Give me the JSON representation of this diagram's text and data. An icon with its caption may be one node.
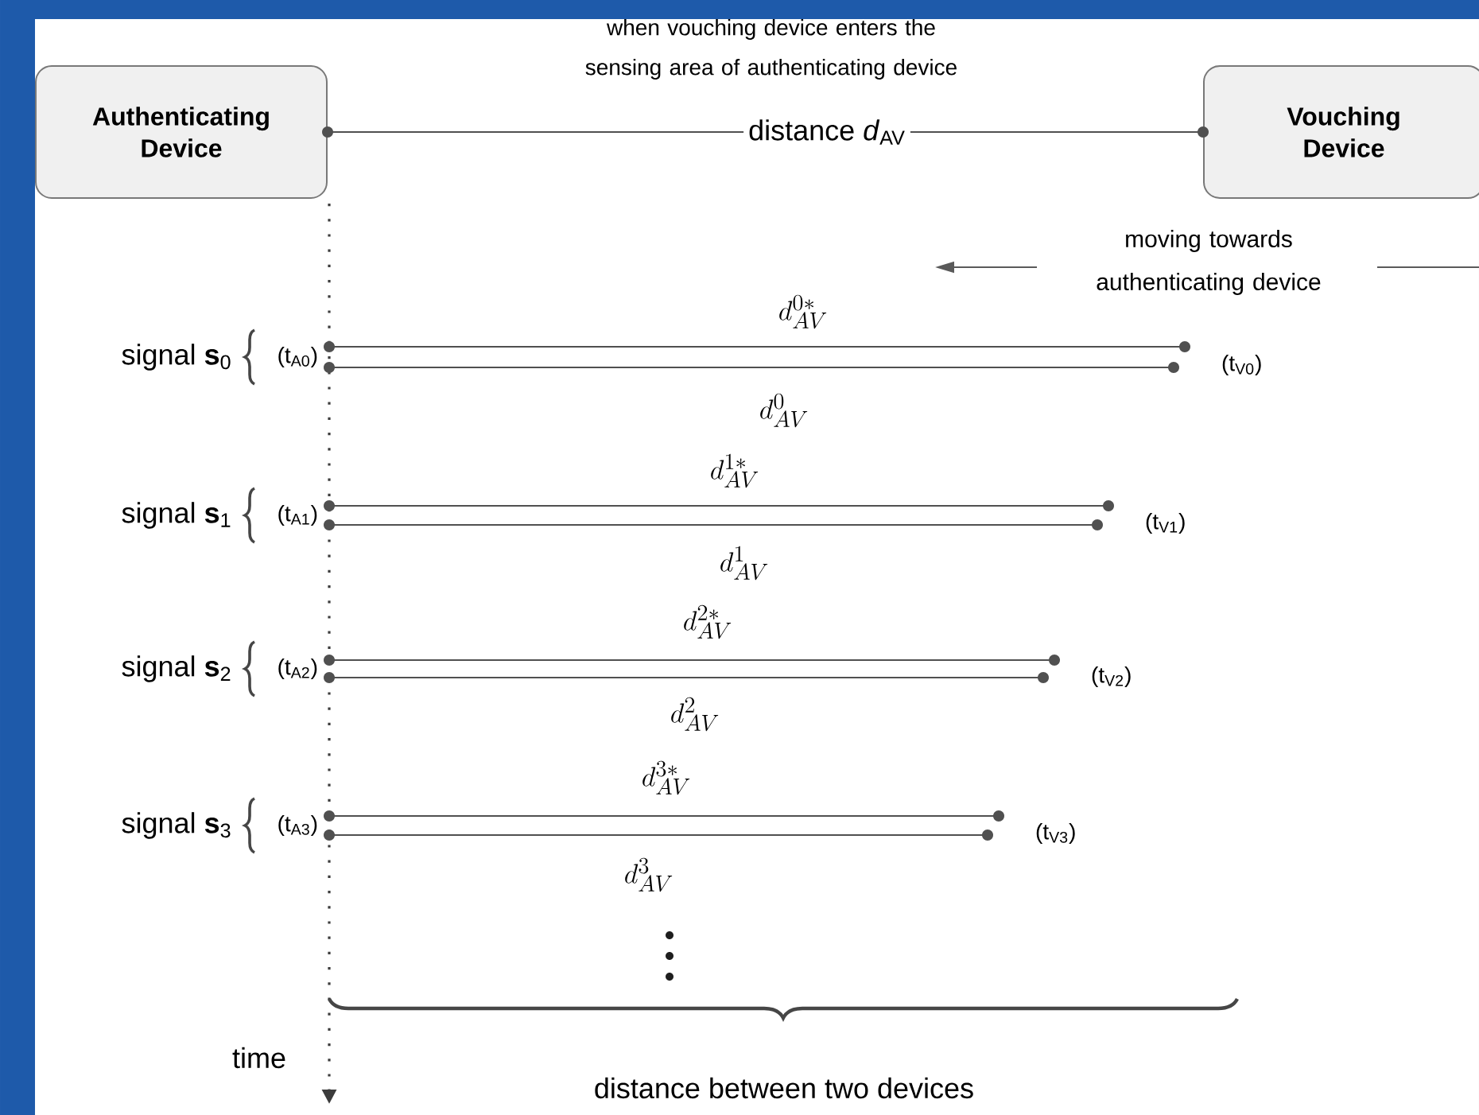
{
  "diagram": {
    "nodes": [
      {
        "text": [
          "Authenticating Device"
        ]
      },
      {
        "text": [
          "Vouching Device"
        ]
      },
      {
        "text": [
          "(t$_{A0}$)"
        ]
      },
      {
        "text": [
          "(t$_{V0}$)"
        ]
      },
      {
        "text": [
          "(t$_{A1}$)"
        ]
      },
      {
        "text": [
          "(t$_{V1}$)"
        ]
      },
      {
        "text": [
          "(t$_{A2}$)"
        ]
      },
      {
        "text": [
          "(t$_{V2}$)"
        ]
      },
      {
        "text": [
          "(t$_{A3}$)"
        ]
      },
      {
        "text": [
          "(t$_{V3}$)"
        ]
      }
    ],
    "edges": [
      {
        "from": 0,
        "to": 1,
        "arrow": "other",
        "label": "distance *d*$_{AV}$"
      },
      {
        "from": 2,
        "to": 3,
        "arrow": "other",
        "label": "d_{AV}^{0*}"
      },
      {
        "from": 2,
        "to": 3,
        "arrow": "other",
        "label": "d_{AV}^{0}"
      },
      {
        "from": 4,
        "to": 5,
        "arrow": "other",
        "label": "d_{AV}^{1*}"
      },
      {
        "from": 4,
        "to": 5,
        "arrow": "other",
        "label": "d_{AV}^{1}"
      },
      {
        "from": 6,
        "to": 7,
        "arrow": "other",
        "label": "d_{AV}^{2*}"
      },
      {
        "from": 6,
        "to": 7,
        "arrow": "other",
        "label": "d_{AV}^{2}"
      },
      {
        "from": 8,
        "to": 9,
        "arrow": "other",
        "label": "d_{AV}^{3*}"
      },
      {
        "from": 8,
        "to": 9,
        "arrow": "other",
        "label": "d_{AV}^{3}"
      }
    ],
    "labels": [
      "when vouching device enters the sensing area of authenticating device",
      "moving towards authenticating device",
      "signal **s**$_{0}$",
      "signal **s**$_{1}$",
      "signal **s**$_{2}$",
      "signal **s**$_{3}$",
      "time",
      "distance between two devices"
    ]
  }
}
